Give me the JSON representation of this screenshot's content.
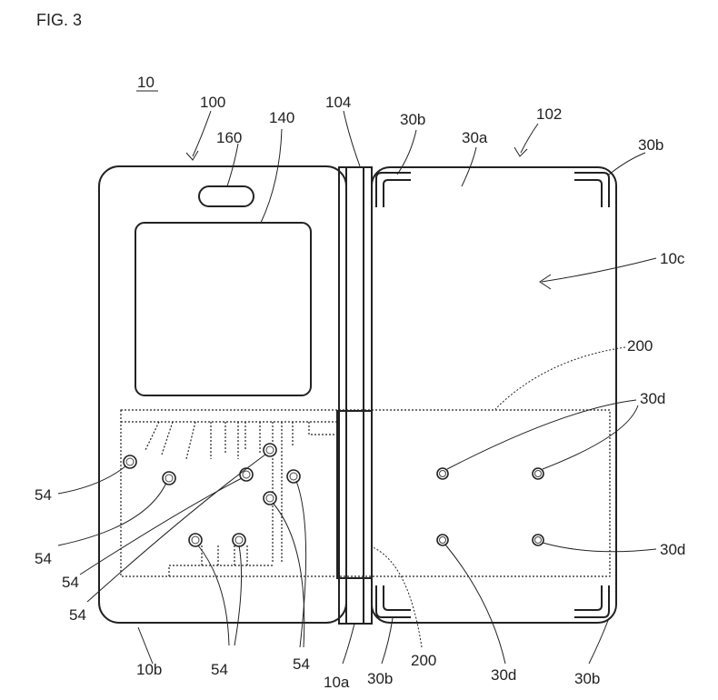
{
  "figure": {
    "title": "FIG. 3"
  },
  "labels": {
    "device": "10",
    "housing_left": "100",
    "housing_right": "102",
    "hinge": "104",
    "display": "140",
    "speaker": "160",
    "inner_face": "30a",
    "corner_piece": "30b",
    "outer_face": "10c",
    "antenna": "200",
    "electrode": "30d",
    "contact": "54",
    "side_b": "10b",
    "side_a": "10a"
  }
}
